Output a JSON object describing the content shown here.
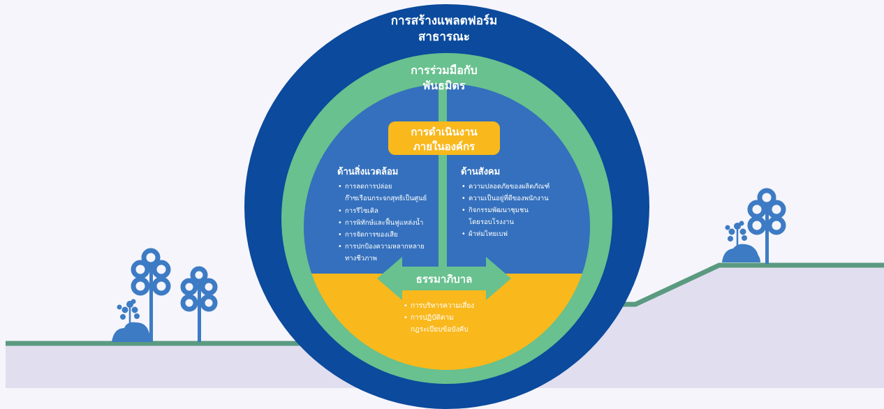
{
  "colors": {
    "background": "#f5f5fb",
    "ground_fill": "#e1def0",
    "ground_line": "#5a9a80",
    "outer_ring": "#0b4a9c",
    "middle_ring": "#68c18e",
    "inner_blue": "#3470bd",
    "governance_yellow": "#f9b81c",
    "tree_blue": "#3d7bc4",
    "text_white": "#ffffff"
  },
  "outer": {
    "title_line1": "การสร้างแพลตฟอร์ม",
    "title_line2": "สาธารณะ"
  },
  "middle": {
    "title_line1": "การร่วมมือกับ",
    "title_line2": "พันธมิตร"
  },
  "core": {
    "title_line1": "การดำเนินงาน",
    "title_line2": "ภายในองค์กร"
  },
  "environment": {
    "heading": "ด้านสิ่งแวดล้อม",
    "items": [
      "การลดการปล่อย",
      "ก๊าซเรือนกระจกสุทธิเป็นศูนย์",
      "การรีไซเคิล",
      "การพิทักษ์และฟื้นฟูแหล่งน้ำ",
      "การจัดการของเสีย",
      "การปกป้องความหลากหลาย",
      "ทางชีวภาพ"
    ]
  },
  "social": {
    "heading": "ด้านสังคม",
    "items": [
      "ความปลอดภัยของผลิตภัณฑ์",
      "ความเป็นอยู่ที่ดีของพนักงาน",
      "กิจกรรมพัฒนาชุมชน",
      "โดยรอบโรงงาน",
      "ผ้าห่มไทยเบฟ"
    ]
  },
  "governance": {
    "heading": "ธรรมาภิบาล",
    "items": [
      "การบริหารความเสี่ยง",
      "การปฏิบัติตาม",
      "กฎระเบียบข้อบังคับ"
    ]
  }
}
